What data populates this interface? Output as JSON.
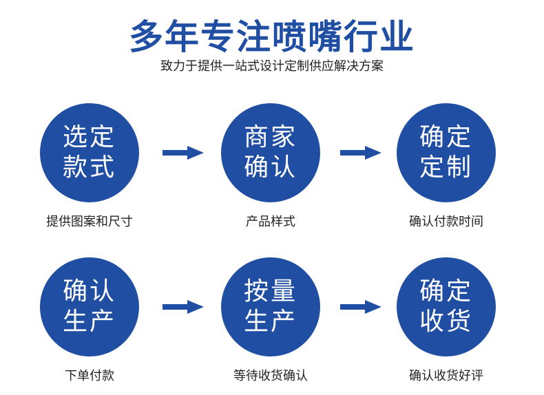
{
  "header": {
    "title": "多年专注喷嘴行业",
    "subtitle": "致力于提供一站式设计定制供应解决方案"
  },
  "steps": [
    {
      "line1": "选定",
      "line2": "款式",
      "caption": "提供图案和尺寸"
    },
    {
      "line1": "商家",
      "line2": "确认",
      "caption": "产品样式"
    },
    {
      "line1": "确定",
      "line2": "定制",
      "caption": "确认付款时间"
    },
    {
      "line1": "确认",
      "line2": "生产",
      "caption": "下单付款"
    },
    {
      "line1": "按量",
      "line2": "生产",
      "caption": "等待收货确认"
    },
    {
      "line1": "确定",
      "line2": "收货",
      "caption": "确认收货好评"
    }
  ],
  "colors": {
    "accent": "#1f4ea3"
  }
}
